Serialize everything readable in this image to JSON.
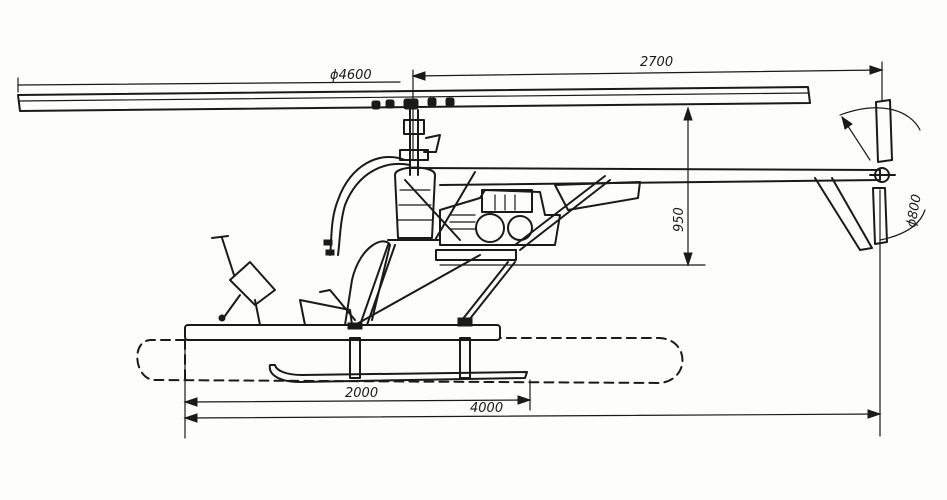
{
  "drawing": {
    "rotor_diameter": "ϕ4600",
    "tail_arm_length": "2700",
    "tail_rotor_diameter": "ϕ800",
    "mast_height": "950",
    "skid_length": "2000",
    "overall_length": "4000"
  }
}
